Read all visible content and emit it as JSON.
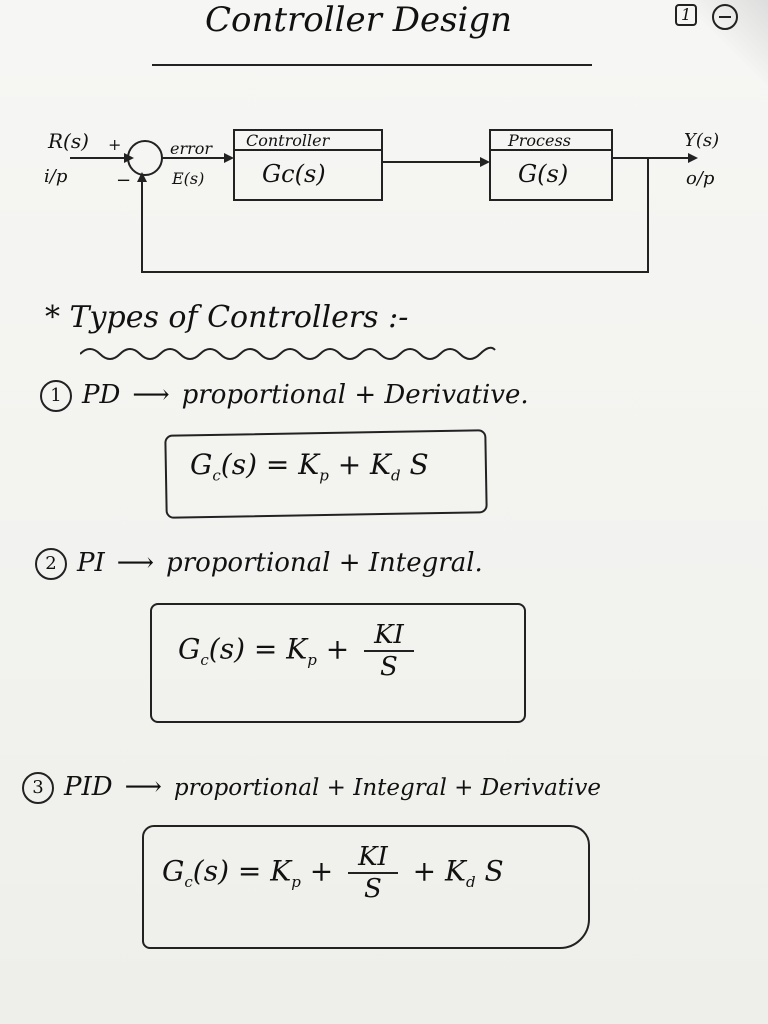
{
  "header": {
    "title": "Controller Design",
    "page_badge": "1"
  },
  "diagram": {
    "input_signal": "R(s)",
    "input_label": "i/p",
    "plus_sign": "+",
    "minus_sign": "−",
    "error_label": "error",
    "error_signal": "E(s)",
    "controller_title": "Controller",
    "controller_tf": "Gc(s)",
    "process_title": "Process",
    "process_tf": "G(s)",
    "output_signal": "Y(s)",
    "output_label": "o/p"
  },
  "section": {
    "title": "* Types of Controllers :-"
  },
  "controllers": [
    {
      "num": "1",
      "abbr": "PD",
      "arrow": "⟶",
      "desc": "proportional + Derivative.",
      "eq": {
        "lhs": "G",
        "sub": "c",
        "arg": "(s) = K",
        "kp_sub": "p",
        "plus": " + K",
        "kd_sub": "d",
        "tail": " S"
      }
    },
    {
      "num": "2",
      "abbr": "PI",
      "arrow": "⟶",
      "desc": "proportional + Integral.",
      "eq": {
        "lhs": "G",
        "sub": "c",
        "arg": "(s) = K",
        "kp_sub": "p",
        "plus": " + ",
        "num": "KI",
        "den": "S"
      }
    },
    {
      "num": "3",
      "abbr": "PID",
      "arrow": "⟶",
      "desc": "proportional + Integral + Derivative",
      "eq": {
        "lhs": "G",
        "sub": "c",
        "arg": "(s) = K",
        "kp_sub": "p",
        "plus": " + ",
        "num": "KI",
        "den": "S",
        "plus2": " + K",
        "kd_sub": "d",
        "tail": " S"
      }
    }
  ]
}
